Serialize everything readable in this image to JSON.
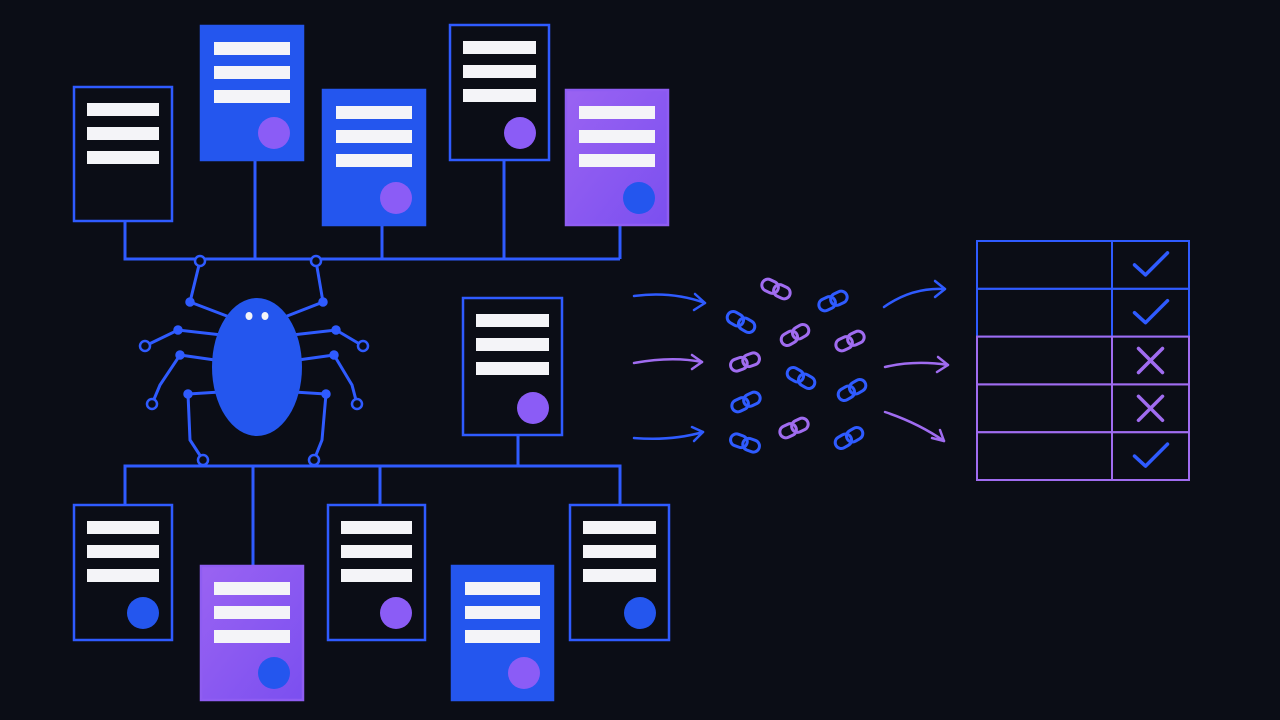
{
  "colors": {
    "background": "#0b0d16",
    "blue": "#2456ee",
    "blue_line": "#2f5bff",
    "purple": "#8b5cf6",
    "purple_light": "#a06cf0",
    "white": "#f4f4f8",
    "dark_card": "#0b0d16"
  },
  "diagram": {
    "icons": {
      "crawler": "spider-icon",
      "page": "document-icon",
      "link": "chain-link-icon",
      "valid": "checkmark-icon",
      "invalid": "cross-icon",
      "flow": "arrow-icon"
    },
    "documents": [
      {
        "id": "top-1",
        "style": "outline",
        "dot": "none"
      },
      {
        "id": "top-2",
        "style": "blue",
        "dot": "purple"
      },
      {
        "id": "top-3",
        "style": "blue",
        "dot": "purple"
      },
      {
        "id": "top-4",
        "style": "outline",
        "dot": "purple"
      },
      {
        "id": "top-5",
        "style": "purple",
        "dot": "blue"
      },
      {
        "id": "mid-1",
        "style": "outline",
        "dot": "purple"
      },
      {
        "id": "bottom-1",
        "style": "outline",
        "dot": "blue"
      },
      {
        "id": "bottom-2",
        "style": "purple",
        "dot": "blue"
      },
      {
        "id": "bottom-3",
        "style": "outline",
        "dot": "purple"
      },
      {
        "id": "bottom-4",
        "style": "blue",
        "dot": "purple"
      },
      {
        "id": "bottom-5",
        "style": "outline",
        "dot": "blue"
      }
    ],
    "links": [
      {
        "color": "purple"
      },
      {
        "color": "blue"
      },
      {
        "color": "blue"
      },
      {
        "color": "purple"
      },
      {
        "color": "purple"
      },
      {
        "color": "purple"
      },
      {
        "color": "blue"
      },
      {
        "color": "blue"
      },
      {
        "color": "blue"
      },
      {
        "color": "purple"
      },
      {
        "color": "blue"
      },
      {
        "color": "blue"
      },
      {
        "color": "purple"
      },
      {
        "color": "blue"
      }
    ],
    "results": [
      {
        "status": "valid",
        "row_color": "blue"
      },
      {
        "status": "valid",
        "row_color": "blue"
      },
      {
        "status": "invalid",
        "row_color": "purple"
      },
      {
        "status": "invalid",
        "row_color": "purple"
      },
      {
        "status": "valid",
        "row_color": "purple"
      }
    ]
  }
}
